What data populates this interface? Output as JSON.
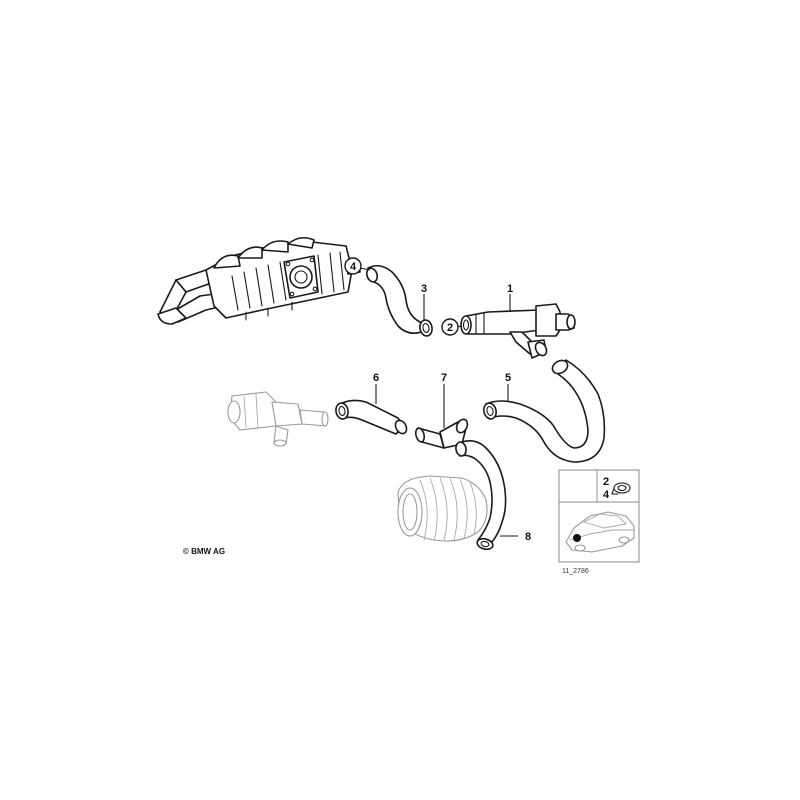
{
  "callouts": {
    "part_1": "1",
    "part_2": "2",
    "part_3": "3",
    "part_4": "4",
    "part_5": "5",
    "part_6": "6",
    "part_7": "7",
    "part_8": "8"
  },
  "inset": {
    "ref_top": "2",
    "ref_bottom": "4"
  },
  "copyright": "© BMW AG",
  "reference_code": "11_2786"
}
